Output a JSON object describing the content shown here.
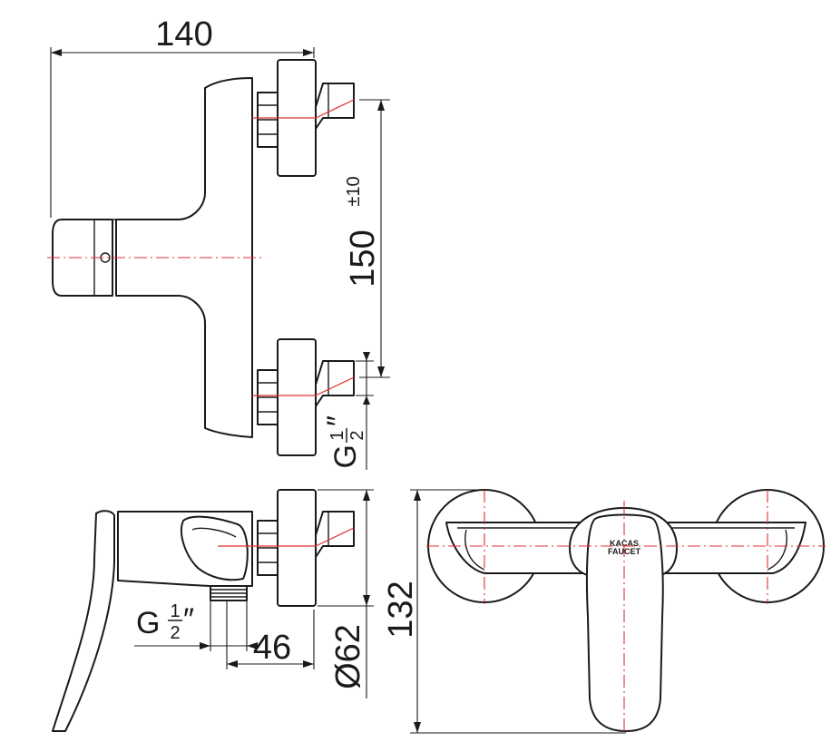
{
  "dimensions": {
    "width_top": "140",
    "inlet_spacing": "150",
    "inlet_spacing_tolerance": "±10",
    "thread_inlet": "G",
    "thread_inlet_fraction_num": "1",
    "thread_inlet_fraction_den": "2",
    "thread_inlet_unit": "″",
    "thread_outlet": "G",
    "thread_outlet_fraction_num": "1",
    "thread_outlet_fraction_den": "2",
    "thread_outlet_unit": "″",
    "depth": "46",
    "rosette_diameter": "Ø62",
    "height_front": "132"
  },
  "logo": {
    "line1": "KACAS",
    "line2": "FAUCET"
  },
  "colors": {
    "line": "#1a1a1a",
    "centerline": "#e03030",
    "background": "#ffffff"
  }
}
